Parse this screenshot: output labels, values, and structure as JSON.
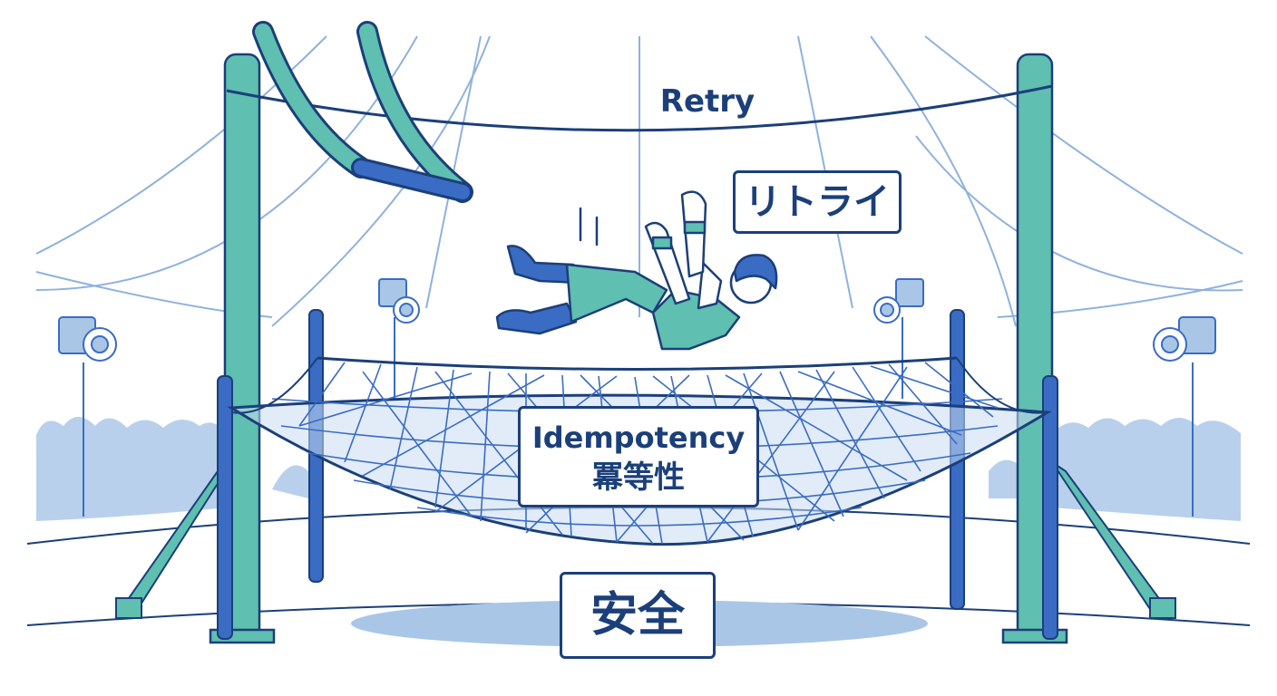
{
  "labels": {
    "retry_en": "Retry",
    "retry_ja": "リトライ",
    "idempotency_en": "Idempotency",
    "idempotency_ja": "冪等性",
    "safety_ja": "安全"
  },
  "colors": {
    "navy": "#1b3f7a",
    "teal": "#5fbfb0",
    "blue": "#3a6cc4",
    "light_blue": "#a9c6e6",
    "crowd": "#b9d0ec",
    "tent_line": "#8fb2dd"
  },
  "icons": [
    "spotlight-icon",
    "trapeze-icon",
    "safety-net-icon",
    "falling-acrobat-icon",
    "crowd-silhouette-icon"
  ]
}
